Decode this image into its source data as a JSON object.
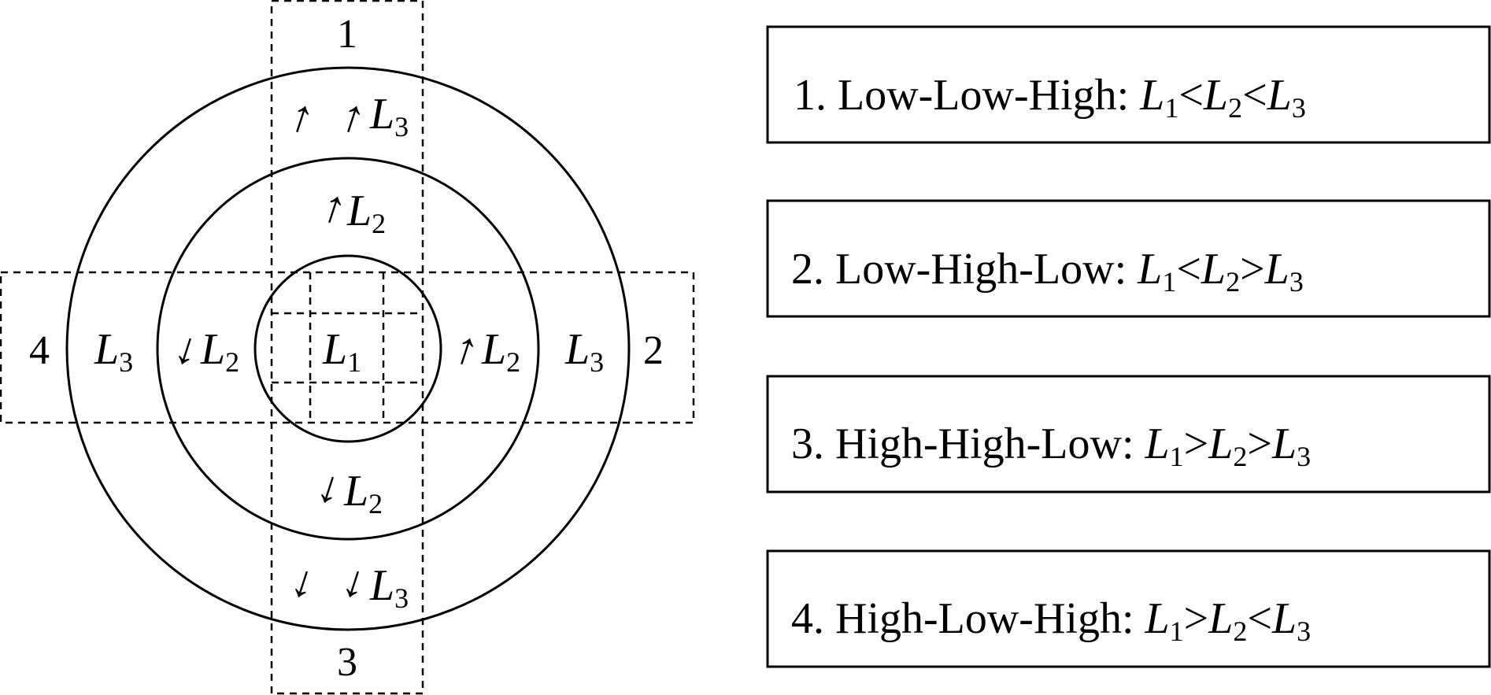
{
  "diagram": {
    "region_numbers": {
      "top": "1",
      "right": "2",
      "bottom": "3",
      "left": "4"
    },
    "rings": {
      "inner": {
        "label": "L",
        "sub": "1"
      },
      "middle": {
        "label": "L",
        "sub": "2"
      },
      "outer": {
        "label": "L",
        "sub": "3"
      }
    },
    "arrow_up": "↑",
    "arrow_down": "↓"
  },
  "legend": [
    {
      "prefix": "1. Low-Low-High: ",
      "rel1": "<",
      "rel2": "<"
    },
    {
      "prefix": "2. Low-High-Low: ",
      "rel1": "<",
      "rel2": ">"
    },
    {
      "prefix": "3. High-High-Low: ",
      "rel1": ">",
      "rel2": ">"
    },
    {
      "prefix": "4. High-Low-High: ",
      "rel1": ">",
      "rel2": "<"
    }
  ],
  "legend_vars": {
    "l": "L",
    "s1": "1",
    "s2": "2",
    "s3": "3"
  }
}
